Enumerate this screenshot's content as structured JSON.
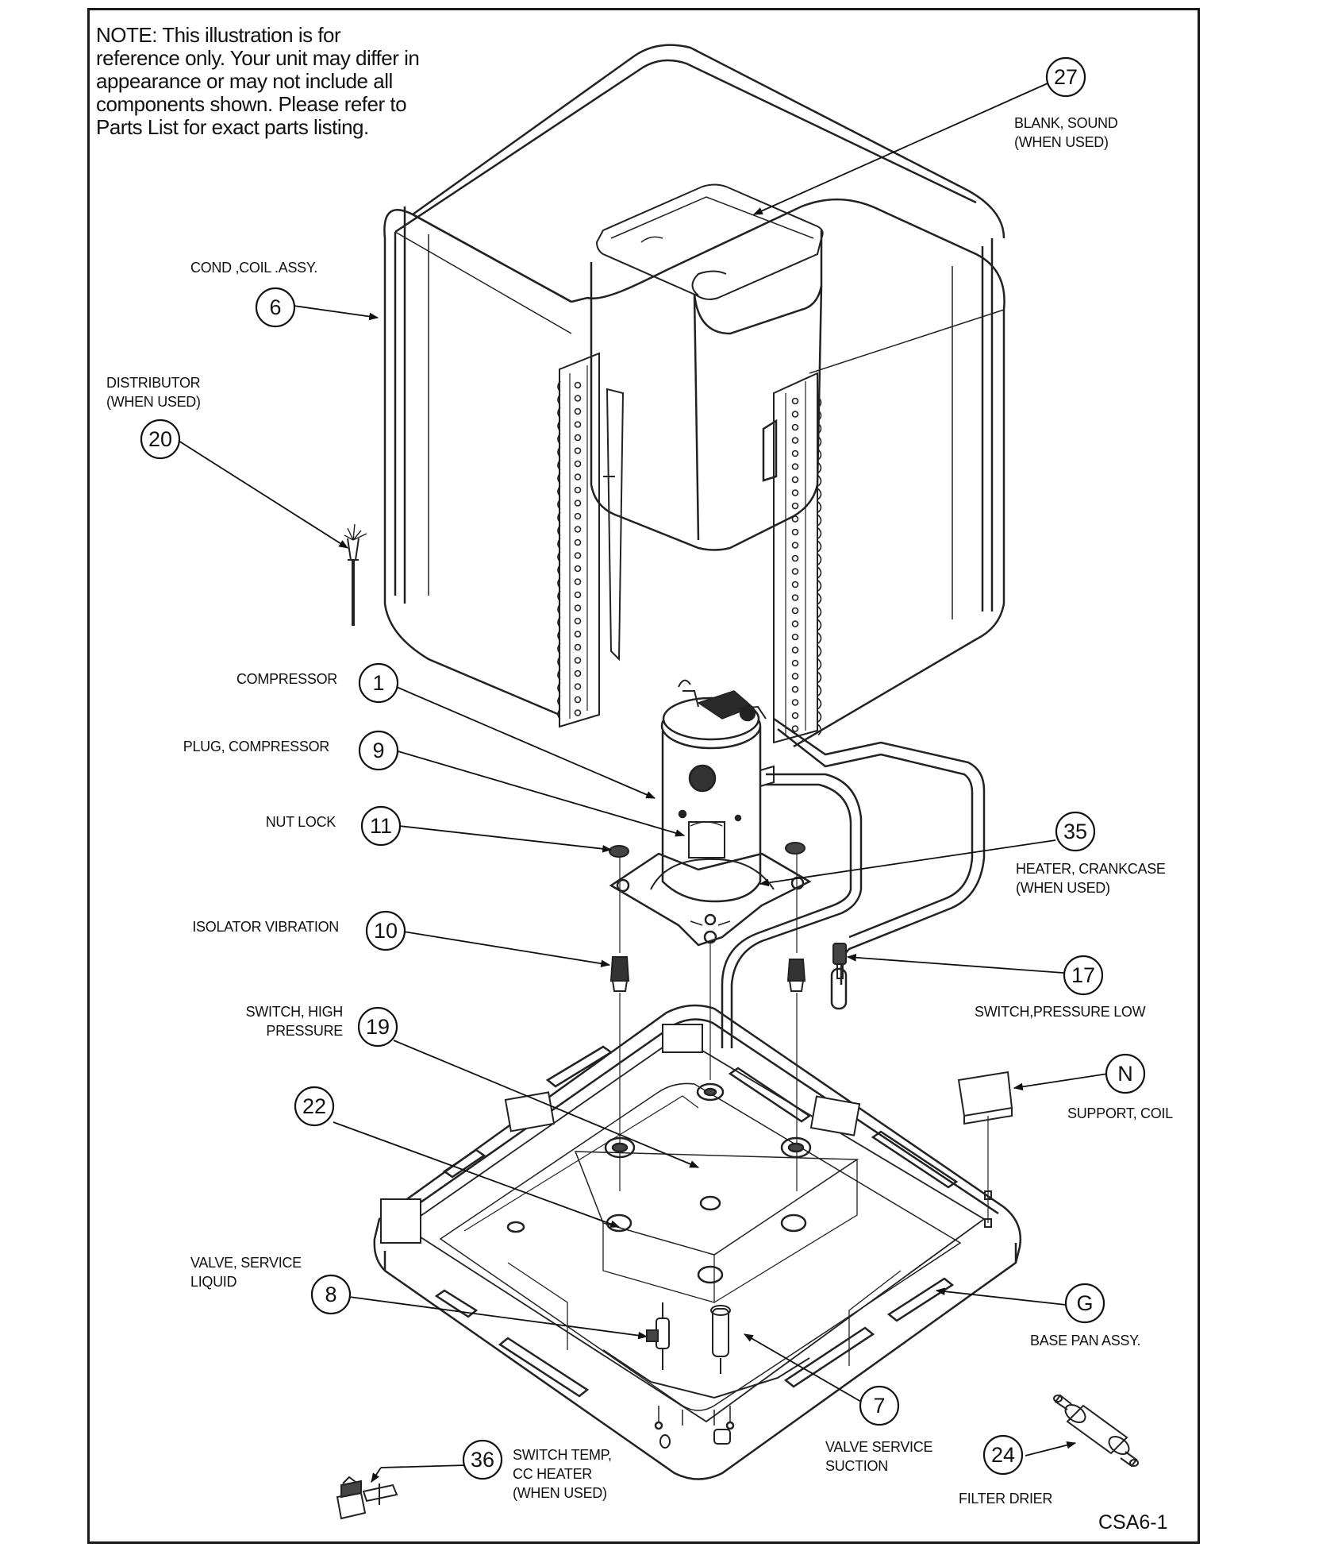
{
  "note": "NOTE: This illustration is for reference only. Your unit may differ in appearance or may not include all components shown. Please refer to Parts List for exact parts listing.",
  "drawing_code": "CSA6-1",
  "callouts": [
    {
      "id": "27",
      "label": "BLANK, SOUND\n(WHEN USED)"
    },
    {
      "id": "6",
      "label": "COND ,COIL .ASSY."
    },
    {
      "id": "20",
      "label": "DISTRIBUTOR\n(WHEN USED)"
    },
    {
      "id": "1",
      "label": "COMPRESSOR"
    },
    {
      "id": "9",
      "label": "PLUG, COMPRESSOR"
    },
    {
      "id": "11",
      "label": "NUT LOCK"
    },
    {
      "id": "35",
      "label": "HEATER, CRANKCASE\n(WHEN USED)"
    },
    {
      "id": "10",
      "label": "ISOLATOR VIBRATION"
    },
    {
      "id": "17",
      "label": "SWITCH,PRESSURE LOW"
    },
    {
      "id": "19",
      "label": "SWITCH, HIGH\nPRESSURE"
    },
    {
      "id": "N",
      "label": "SUPPORT, COIL"
    },
    {
      "id": "22",
      "label": ""
    },
    {
      "id": "8",
      "label": "VALVE, SERVICE\nLIQUID"
    },
    {
      "id": "G",
      "label": "BASE PAN ASSY."
    },
    {
      "id": "7",
      "label": "VALVE SERVICE\nSUCTION"
    },
    {
      "id": "36",
      "label": "SWITCH TEMP,\nCC HEATER\n(WHEN USED)"
    },
    {
      "id": "24",
      "label": "FILTER DRIER"
    }
  ]
}
